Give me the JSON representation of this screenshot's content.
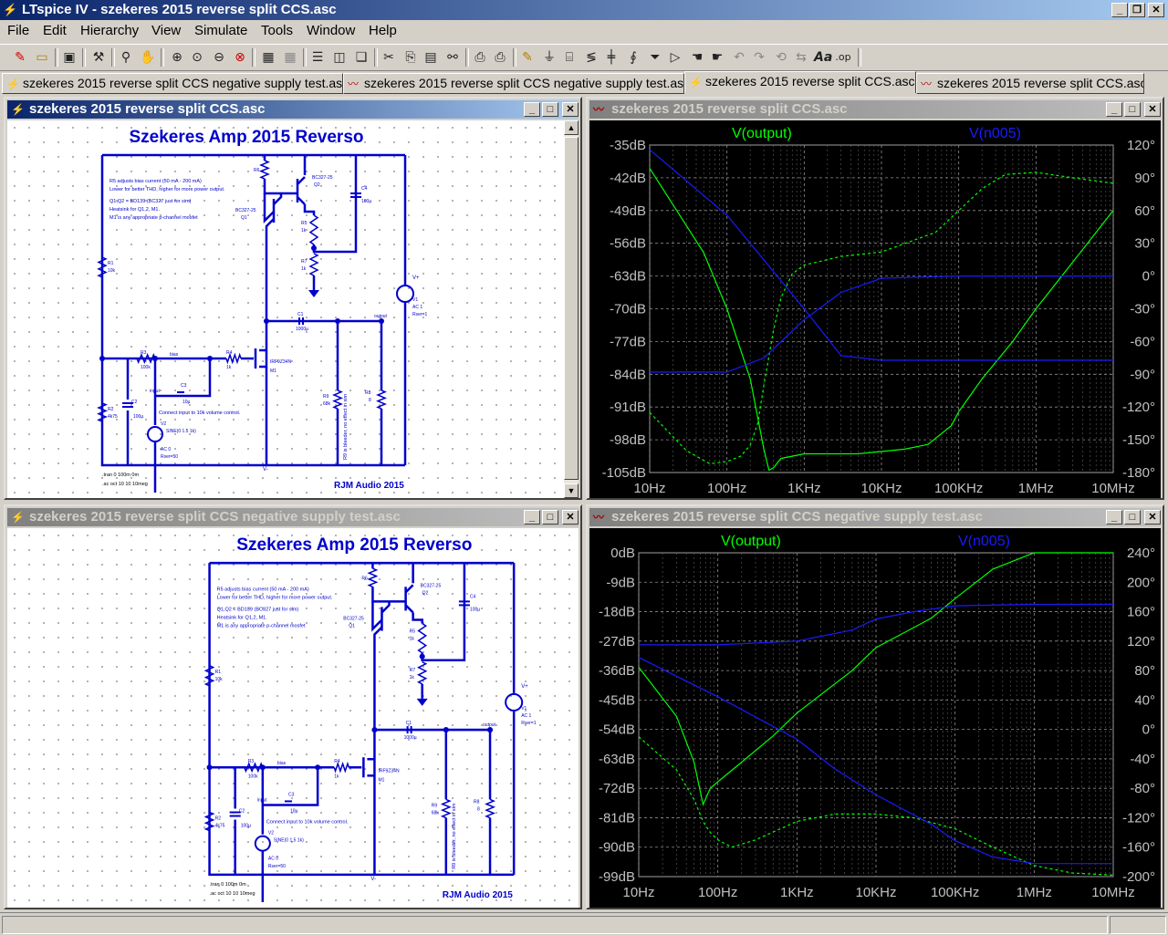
{
  "window": {
    "title": "LTspice IV - szekeres 2015 reverse split CCS.asc",
    "app_icon": "ltspice-logo-icon",
    "controls": [
      "minimize-icon",
      "restore-icon",
      "close-icon"
    ]
  },
  "menu": [
    "File",
    "Edit",
    "Hierarchy",
    "View",
    "Simulate",
    "Tools",
    "Window",
    "Help"
  ],
  "toolbar": {
    "icons": [
      "new-schematic-icon",
      "open-icon",
      "save-icon",
      "control-panel-icon",
      "run-icon",
      "halt-icon",
      "zoom-in-icon",
      "zoom-fit-icon",
      "zoom-out-icon",
      "cancel-zoom-icon",
      "autorange-icon",
      "erase-icon",
      "tile-horizontal-icon",
      "tile-vertical-icon",
      "cascade-icon",
      "cut-icon",
      "copy-icon",
      "paste-icon",
      "find-icon",
      "print-setup-icon",
      "print-icon",
      "wire-icon",
      "ground-icon",
      "label-net-icon",
      "resistor-icon",
      "capacitor-icon",
      "inductor-icon",
      "diode-icon",
      "component-icon",
      "move-icon",
      "drag-icon",
      "undo-icon",
      "redo-icon",
      "rotate-icon",
      "mirror-icon",
      "text-icon",
      "spice-directive-icon"
    ]
  },
  "tabs": [
    {
      "label": "szekeres 2015 reverse split CCS negative supply test.asc",
      "kind": "schematic"
    },
    {
      "label": "szekeres 2015 reverse split CCS negative supply test.asc",
      "kind": "waveform"
    },
    {
      "label": "szekeres 2015 reverse split CCS.asc",
      "kind": "schematic",
      "active": true
    },
    {
      "label": "szekeres 2015 reverse split CCS.asc",
      "kind": "waveform"
    }
  ],
  "panes": {
    "sch1": {
      "title": "szekeres 2015 reverse split CCS.asc",
      "heading": "Szekeres Amp 2015 Reverso",
      "credit": "RJM Audio 2015",
      "notes": [
        "R5 adjusts bias current (50 mA - 200 mA)",
        "Lower for better THD, higher for more power output.",
        "Q1,Q2 = BD139 (BC327 just for sim)",
        "Heatsink for Q1,2, M1.",
        "M1 is any appropriate p-channel mosfet"
      ],
      "comment": "Connect input to 10k volume control.",
      "bleeder": "R9 is bleeder, no effect in sim",
      "directive1": ".tran 0 100m 0m",
      "directive2": ".ac oct 10 10 10meg",
      "labels": {
        "r1": "R1",
        "r1v": "10k",
        "r2": "R2",
        "r2v": "4k75",
        "r3": "R3",
        "r3v": "100k",
        "r4": "R4",
        "r4v": "1k",
        "r5": "R5",
        "r5v": "1k",
        "r6": "R6",
        "r6v": "1k",
        "r7": "R7",
        "r7v": "1k",
        "r8": "R8",
        "r8v": "8",
        "r9": "R9",
        "r9v": "68k",
        "q1": "BC327-25",
        "q1n": "Q1",
        "q2": "BC327-25",
        "q2n": "Q2",
        "m1": "IRF9Z34N",
        "m1n": "M1",
        "c1": "C1",
        "c1v": "1000µ",
        "c2": "C2",
        "c2v": "100µ",
        "c3": "C3",
        "c3v": "10µ",
        "c4": "C4",
        "c4v": "100µ",
        "v1": "V1",
        "v1a": "AC 1",
        "v1b": "Rser=1",
        "v2": "V2",
        "v2a": "SINE(0 1.5 1k)",
        "v2b": "AC 0",
        "v2c": "Rser=50",
        "bias": "bias",
        "input": "input",
        "output": "output",
        "vminus": "V-",
        "vplus": "V+"
      }
    },
    "sch2": {
      "title": "szekeres 2015 reverse split CCS negative supply test.asc",
      "heading": "Szekeres Amp 2015 Reverso",
      "credit": "RJM Audio 2015",
      "notes": [
        "R5 adjusts bias current (50 mA - 200 mA)",
        "Lower for better THD, higher for more power output.",
        "Q1,Q2 = BD139 (BC327 just for sim)",
        "Heatsink for Q1,2, M1.",
        "M1 is any appropriate p-channel mosfet"
      ],
      "comment": "Connect input to 10k volume control.",
      "bleeder": "R9 is bleeder, no effect in sim",
      "directive1": ".tran 0 100m 0m",
      "directive2": ".ac oct 10 10 10meg",
      "labels": {
        "r1": "R1",
        "r1v": "10k",
        "r2": "R2",
        "r2v": "4k75",
        "r3": "R3",
        "r3v": "100k",
        "r4": "R4",
        "r4v": "1k",
        "r5": "R5",
        "r5v": "1k",
        "r6": "R6",
        "r6v": "1k",
        "r7": "R7",
        "r7v": "1k",
        "r8": "R8",
        "r8v": "8",
        "r9": "R9",
        "r9v": "68k",
        "q1": "BC327-25",
        "q1n": "Q1",
        "q2": "BC327-25",
        "q2n": "Q2",
        "m1": "IRF9Z34N",
        "m1n": "M1",
        "c1": "C1",
        "c1v": "1000µ",
        "c2": "C2",
        "c2v": "100µ",
        "c3": "C3",
        "c3v": "10µ",
        "c4": "C4",
        "c4v": "100µ",
        "v1": "V1",
        "v1a": "AC 1",
        "v1b": "Rser=1",
        "v2": "V2",
        "v2a": "SINE(0 1.5 1k)",
        "v2b": "AC 0",
        "v2c": "Rser=50",
        "bias": "bias",
        "input": "input",
        "output": "output",
        "vminus": "V-",
        "vplus": "V+"
      }
    },
    "plot1": {
      "title": "szekeres 2015 reverse split CCS.asc",
      "trace1": "V(output)",
      "trace2": "V(n005)",
      "left_ticks": [
        "-35dB",
        "-42dB",
        "-49dB",
        "-56dB",
        "-63dB",
        "-70dB",
        "-77dB",
        "-84dB",
        "-91dB",
        "-98dB",
        "-105dB"
      ],
      "right_ticks": [
        "120°",
        "90°",
        "60°",
        "30°",
        "0°",
        "-30°",
        "-60°",
        "-90°",
        "-120°",
        "-150°",
        "-180°"
      ],
      "x_ticks": [
        "10Hz",
        "100Hz",
        "1KHz",
        "10KHz",
        "100KHz",
        "1MHz",
        "10MHz"
      ]
    },
    "plot2": {
      "title": "szekeres 2015 reverse split CCS negative supply test.asc",
      "trace1": "V(output)",
      "trace2": "V(n005)",
      "left_ticks": [
        "0dB",
        "-9dB",
        "-18dB",
        "-27dB",
        "-36dB",
        "-45dB",
        "-54dB",
        "-63dB",
        "-72dB",
        "-81dB",
        "-90dB",
        "-99dB"
      ],
      "right_ticks": [
        "240°",
        "200°",
        "160°",
        "120°",
        "80°",
        "40°",
        "0°",
        "-40°",
        "-80°",
        "-120°",
        "-160°",
        "-200°"
      ],
      "x_ticks": [
        "10Hz",
        "100Hz",
        "1KHz",
        "10KHz",
        "100KHz",
        "1MHz",
        "10MHz"
      ]
    }
  },
  "colors": {
    "wire": "#0000cc",
    "trace1": "#00ff00",
    "trace2": "#1a1aff",
    "grid": "#606060",
    "plot_bg": "#000000",
    "tick_text": "#c0c0c0"
  },
  "chart_data": [
    {
      "type": "line",
      "x_scale": "log",
      "xlim": [
        10,
        10000000
      ],
      "ylim": [
        -105,
        -35
      ],
      "y2lim": [
        -180,
        120
      ],
      "series": [
        {
          "name": "V(output)",
          "axis": "magnitude_db",
          "style": "solid",
          "x": [
            10,
            50,
            100,
            200,
            300,
            350,
            400,
            500,
            1000,
            5000,
            20000,
            40000,
            80000,
            100000,
            200000,
            500000,
            1000000,
            3000000,
            10000000
          ],
          "y": [
            -40,
            -58,
            -70,
            -85,
            -100,
            -104.5,
            -104,
            -102,
            -101,
            -101,
            -100,
            -99,
            -95,
            -92,
            -85,
            -77,
            -70,
            -60,
            -49
          ]
        },
        {
          "name": "V(output)",
          "axis": "phase_deg",
          "style": "dashed",
          "x": [
            10,
            30,
            60,
            100,
            150,
            200,
            250,
            300,
            400,
            500,
            700,
            1000,
            3000,
            10000,
            50000,
            100000,
            200000,
            400000,
            1000000,
            3000000,
            10000000
          ],
          "y": [
            -125,
            -160,
            -172,
            -170,
            -165,
            -155,
            -135,
            -100,
            -50,
            -20,
            2,
            10,
            18,
            22,
            40,
            60,
            80,
            93,
            95,
            90,
            85
          ]
        },
        {
          "name": "V(n005)",
          "axis": "magnitude_db",
          "style": "solid",
          "x": [
            10,
            100,
            1000,
            3000,
            10000,
            100000,
            1000000,
            10000000
          ],
          "y": [
            -36,
            -50,
            -70,
            -80,
            -81,
            -81,
            -81,
            -81
          ]
        },
        {
          "name": "V(n005)",
          "axis": "phase_deg",
          "style": "solid",
          "x": [
            10,
            100,
            300,
            1000,
            3000,
            10000,
            100000,
            1000000,
            10000000
          ],
          "y": [
            -88,
            -88,
            -75,
            -40,
            -15,
            -2,
            0,
            0,
            0
          ]
        }
      ]
    },
    {
      "type": "line",
      "x_scale": "log",
      "xlim": [
        10,
        10000000
      ],
      "ylim": [
        -99,
        0
      ],
      "y2lim": [
        -200,
        240
      ],
      "series": [
        {
          "name": "V(output)",
          "axis": "magnitude_db",
          "style": "solid",
          "x": [
            10,
            30,
            50,
            65,
            80,
            100,
            200,
            500,
            1000,
            5000,
            10000,
            50000,
            100000,
            300000,
            1000000,
            3000000,
            10000000
          ],
          "y": [
            -35,
            -50,
            -64,
            -77,
            -72,
            -70,
            -64,
            -56,
            -49,
            -36,
            -29,
            -20,
            -14,
            -5,
            0,
            0,
            0
          ]
        },
        {
          "name": "V(output)",
          "axis": "phase_deg",
          "style": "dashed",
          "x": [
            10,
            30,
            50,
            65,
            80,
            100,
            150,
            300,
            1000,
            3000,
            10000,
            30000,
            100000,
            300000,
            1000000,
            3000000,
            10000000
          ],
          "y": [
            -10,
            -55,
            -95,
            -125,
            -140,
            -150,
            -160,
            -150,
            -125,
            -115,
            -115,
            -120,
            -135,
            -160,
            -185,
            -195,
            -198
          ]
        },
        {
          "name": "V(n005)",
          "axis": "magnitude_db",
          "style": "solid",
          "x": [
            10,
            100,
            1000,
            3000,
            10000,
            50000,
            100000,
            300000,
            1000000,
            10000000
          ],
          "y": [
            -32,
            -44,
            -57,
            -66,
            -74,
            -83,
            -88,
            -93,
            -95,
            -95
          ]
        },
        {
          "name": "V(n005)",
          "axis": "phase_deg",
          "style": "solid",
          "x": [
            10,
            100,
            1000,
            5000,
            10000,
            30000,
            100000,
            1000000,
            10000000
          ],
          "y": [
            115,
            115,
            120,
            135,
            150,
            160,
            168,
            170,
            170
          ]
        }
      ]
    }
  ]
}
